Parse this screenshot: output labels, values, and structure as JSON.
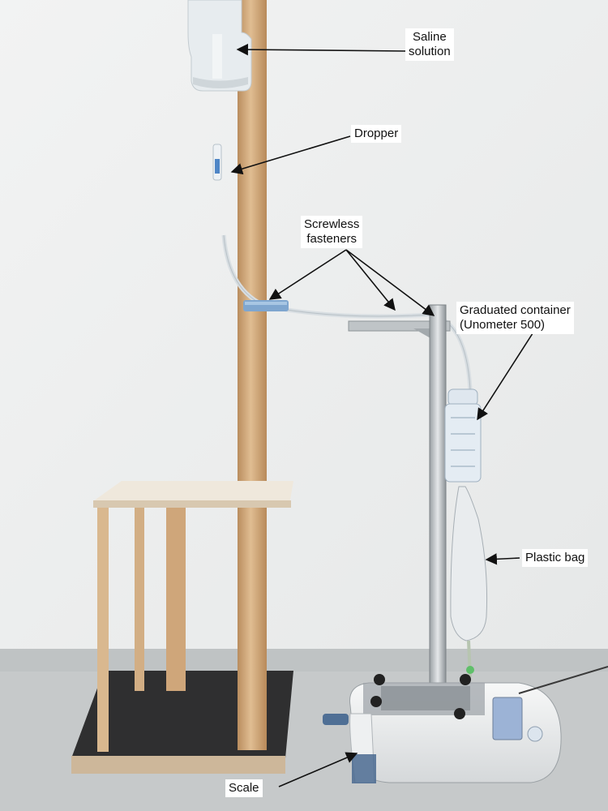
{
  "labels": {
    "saline": [
      "Saline",
      "solution"
    ],
    "dropper": "Dropper",
    "fasteners": [
      "Screwless",
      "fasteners"
    ],
    "container": [
      "Graduated container",
      "(Unometer 500)"
    ],
    "bag": "Plastic bag",
    "scale": "Scale"
  },
  "colors": {
    "wall": "#eceeee",
    "floor": "#c9cccc",
    "wood": "#d8b387",
    "tube_fastener": "#7fa6cf",
    "arrow": "#111111"
  }
}
